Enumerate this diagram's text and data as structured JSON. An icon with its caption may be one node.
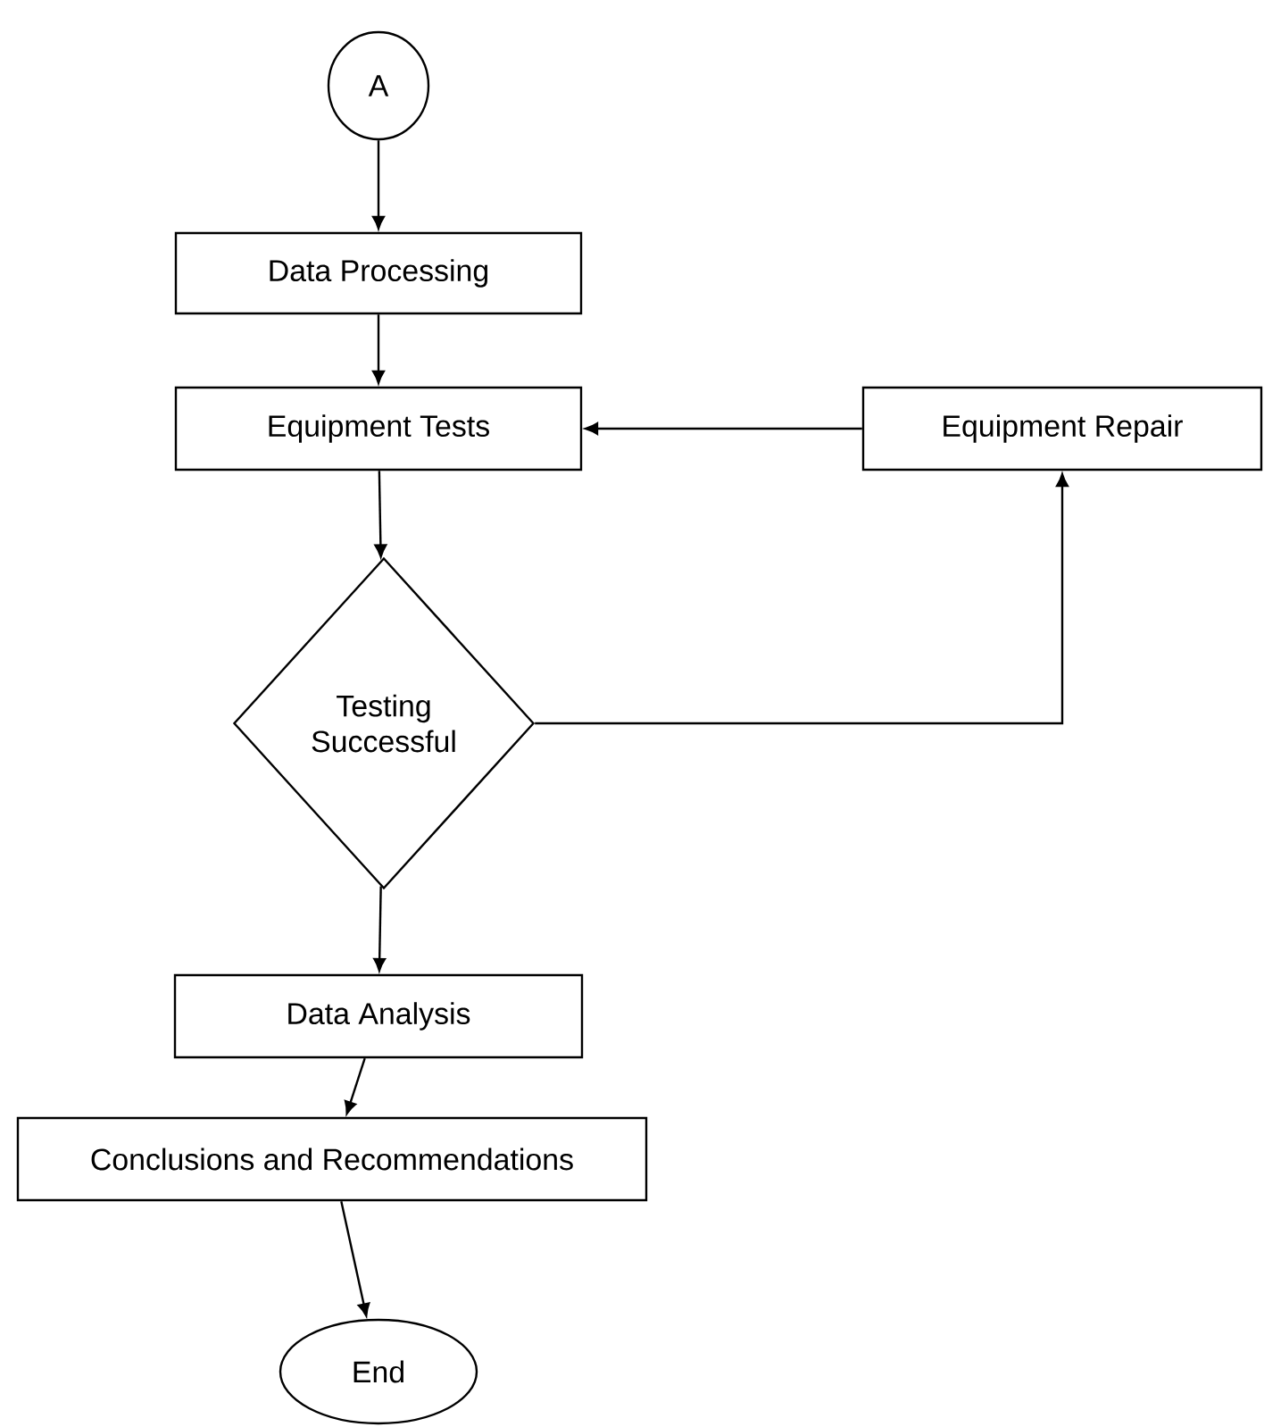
{
  "diagram": {
    "nodes": [
      {
        "text": [
          "A"
        ]
      },
      {
        "text": [
          "Data Processing"
        ]
      },
      {
        "text": [
          "Equipment Tests"
        ]
      },
      {
        "text": [
          "Testing Successful"
        ]
      },
      {
        "text": [
          "Equipment Repair"
        ]
      },
      {
        "text": [
          "Data Analysis"
        ]
      },
      {
        "text": [
          "Conclusions and Recommendations"
        ]
      },
      {
        "text": [
          "End"
        ]
      }
    ],
    "edges": [
      {
        "from": 0,
        "to": 1,
        "arrow": "to"
      },
      {
        "from": 1,
        "to": 2,
        "arrow": "to"
      },
      {
        "from": 2,
        "to": 3,
        "arrow": "to"
      },
      {
        "from": 3,
        "to": 4,
        "arrow": "to"
      },
      {
        "from": 4,
        "to": 2,
        "arrow": "to"
      },
      {
        "from": 3,
        "to": 5,
        "arrow": "to"
      },
      {
        "from": 5,
        "to": 6,
        "arrow": "to"
      },
      {
        "from": 6,
        "to": 7,
        "arrow": "to"
      }
    ]
  }
}
